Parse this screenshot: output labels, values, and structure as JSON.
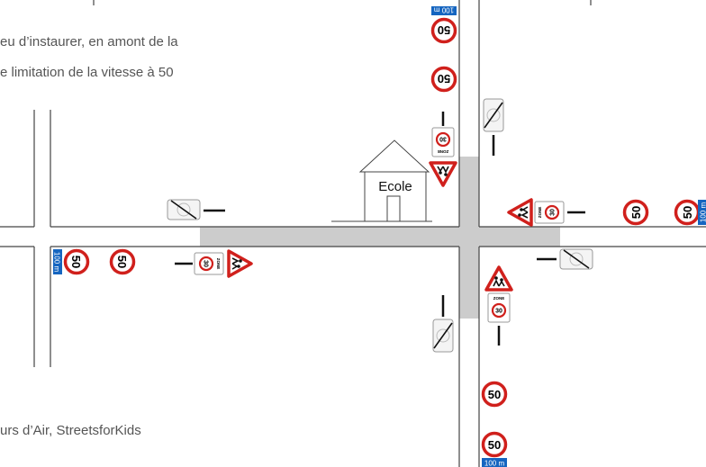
{
  "caption": {
    "line1": "eu d’instaurer, en amont de la",
    "line2": "e limitation de la vitesse à 50",
    "credit": "urs d’Air, StreetsforKids"
  },
  "school": {
    "label": "Ecole"
  },
  "signs": {
    "speed_limit": "50",
    "zone_speed": "30",
    "zone_label": "ZONE",
    "distance_plate": "100 m"
  }
}
